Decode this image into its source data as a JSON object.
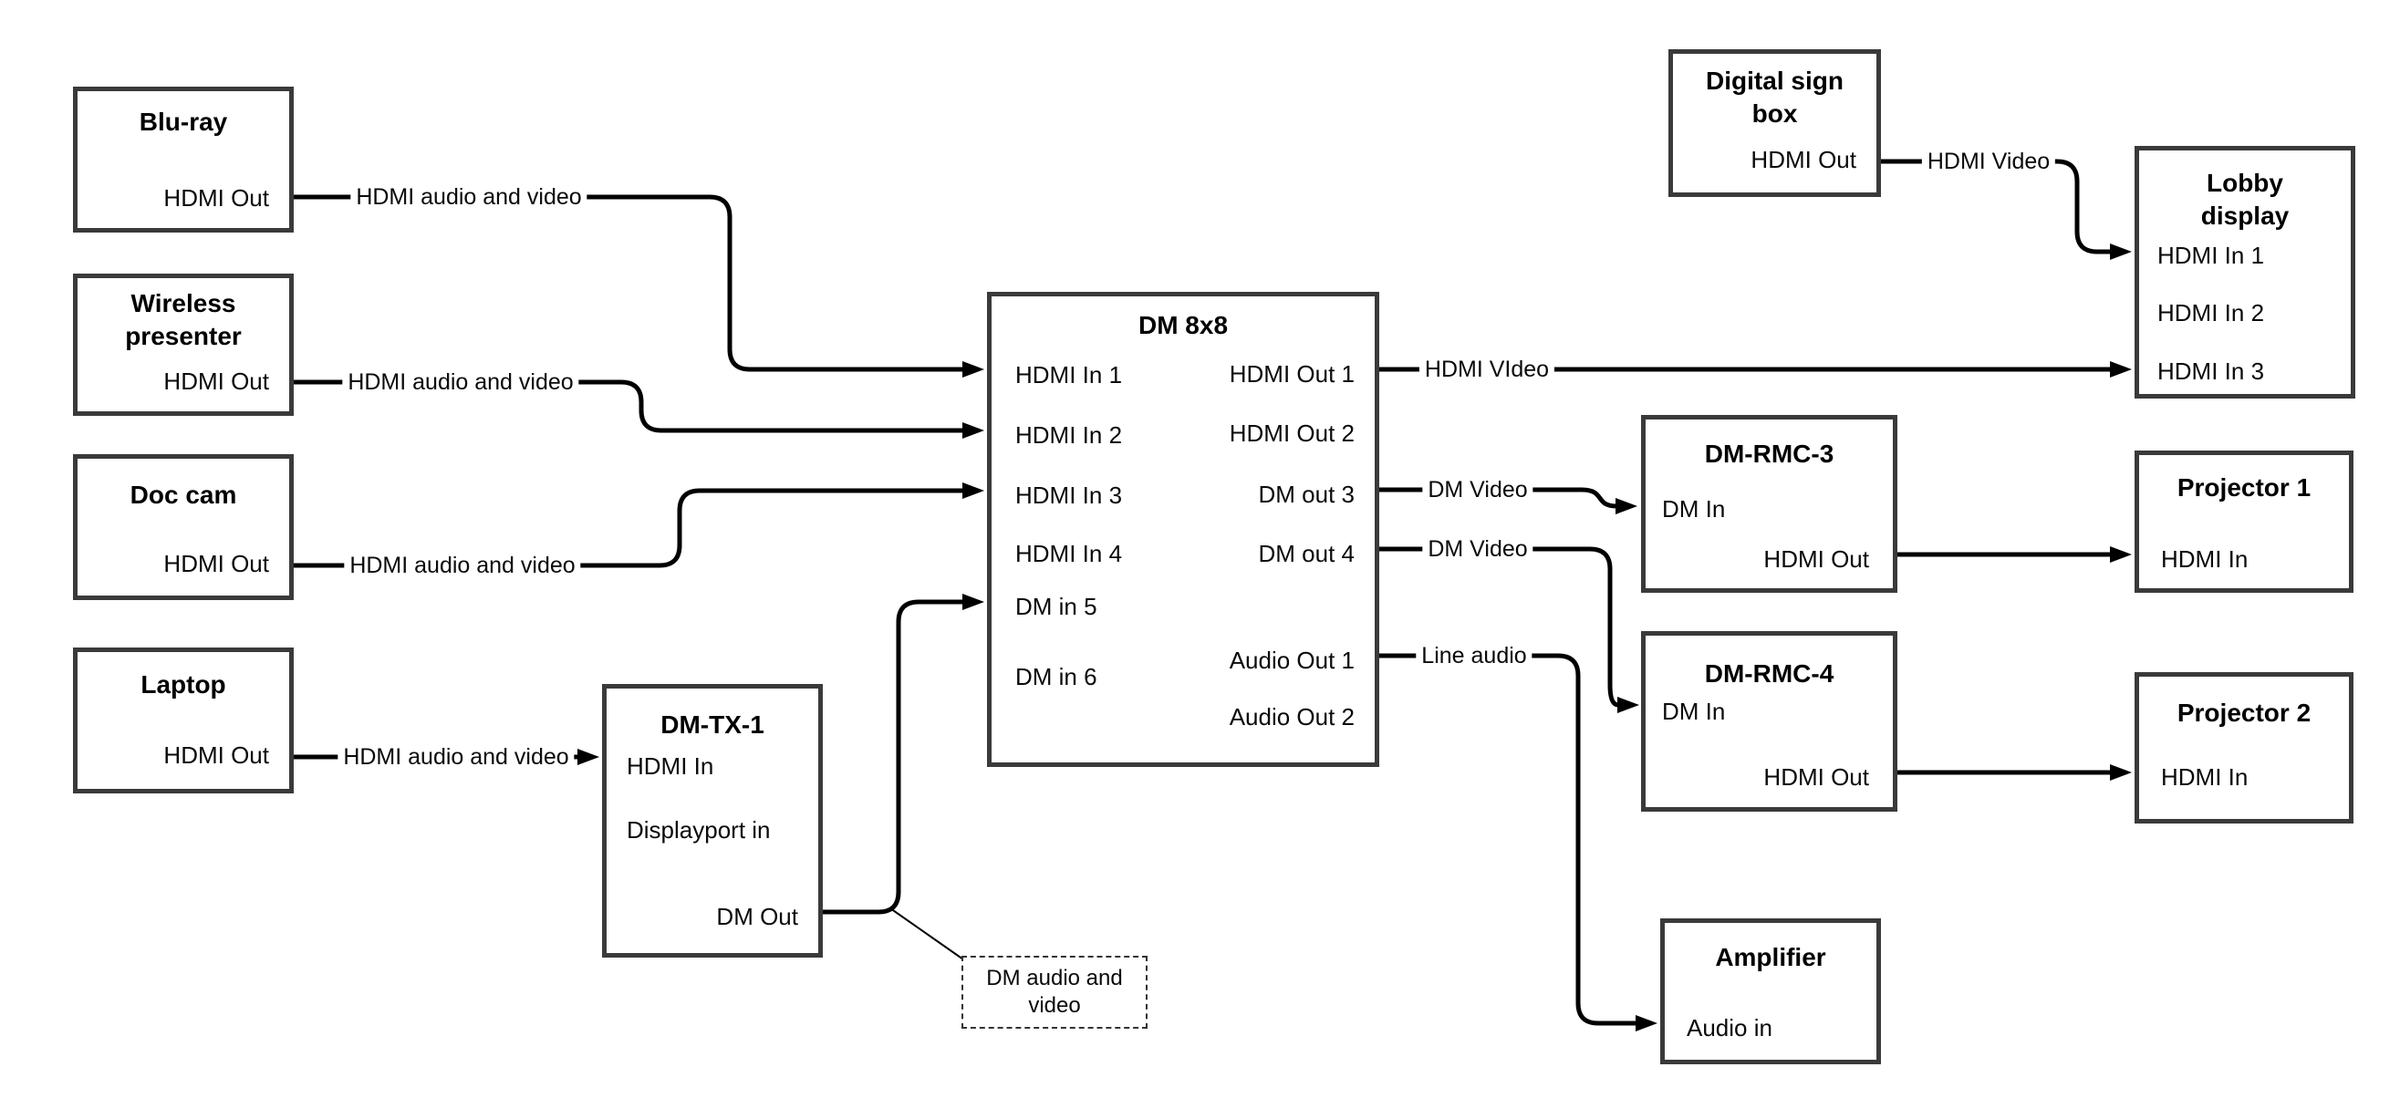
{
  "boxes": {
    "bluray": {
      "title": "Blu-ray",
      "hdmi_out": "HDMI Out"
    },
    "wireless": {
      "title": "Wireless presenter",
      "hdmi_out": "HDMI Out"
    },
    "doccam": {
      "title": "Doc cam",
      "hdmi_out": "HDMI Out"
    },
    "laptop": {
      "title": "Laptop",
      "hdmi_out": "HDMI Out"
    },
    "dmtx1": {
      "title": "DM-TX-1",
      "hdmi_in": "HDMI In",
      "displayport_in": "Displayport in",
      "dm_out": "DM Out"
    },
    "dm8x8": {
      "title": "DM 8x8",
      "hdmi_in_1": "HDMI In 1",
      "hdmi_in_2": "HDMI In 2",
      "hdmi_in_3": "HDMI In 3",
      "hdmi_in_4": "HDMI In 4",
      "dm_in_5": "DM in 5",
      "dm_in_6": "DM in 6",
      "hdmi_out_1": "HDMI Out 1",
      "hdmi_out_2": "HDMI Out 2",
      "dm_out_3": "DM out 3",
      "dm_out_4": "DM out 4",
      "audio_out_1": "Audio Out 1",
      "audio_out_2": "Audio Out 2"
    },
    "digital_sign": {
      "title": "Digital sign box",
      "hdmi_out": "HDMI Out"
    },
    "lobby": {
      "title": "Lobby display",
      "hdmi_in_1": "HDMI In 1",
      "hdmi_in_2": "HDMI In 2",
      "hdmi_in_3": "HDMI In 3"
    },
    "dmrmc3": {
      "title": "DM-RMC-3",
      "dm_in": "DM In",
      "hdmi_out": "HDMI Out"
    },
    "projector1": {
      "title": "Projector 1",
      "hdmi_in": "HDMI In"
    },
    "dmrmc4": {
      "title": "DM-RMC-4",
      "dm_in": "DM In",
      "hdmi_out": "HDMI Out"
    },
    "projector2": {
      "title": "Projector 2",
      "hdmi_in": "HDMI In"
    },
    "amplifier": {
      "title": "Amplifier",
      "audio_in": "Audio in"
    }
  },
  "cables": {
    "bluray_cable": "HDMI audio and video",
    "wireless_cable": "HDMI audio and video",
    "doccam_cable": "HDMI audio and video",
    "laptop_cable": "HDMI audio and video",
    "hdmi_out1_cable": "HDMI VIdeo",
    "dm_out3_cable": "DM Video",
    "dm_out4_cable": "DM Video",
    "audio_out1_cable": "Line audio",
    "digital_sign_cable": "HDMI Video",
    "callout_note": "DM audio and video"
  },
  "colors": {
    "background": "#ffffff",
    "box_border": "#3a3a3a",
    "wire": "#000000",
    "text": "#000000"
  }
}
